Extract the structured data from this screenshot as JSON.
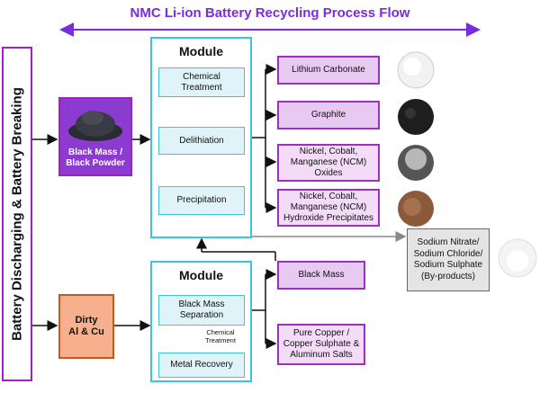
{
  "title": "NMC Li-ion Battery Recycling Process Flow",
  "side_label": "Battery Discharging & Battery Breaking",
  "inputs": {
    "black_mass": "Black Mass /\nBlack Powder",
    "dirty": "Dirty\nAl & Cu"
  },
  "module_top": {
    "title": "Module",
    "steps": [
      "Chemical\nTreatment",
      "Delithiation",
      "Precipitation"
    ]
  },
  "module_bottom": {
    "title": "Module",
    "steps": [
      "Black Mass\nSeparation",
      "Metal Recovery"
    ],
    "note": "Chemical\nTreatment"
  },
  "outputs_top": [
    "Lithium Carbonate",
    "Graphite",
    "Nickel, Cobalt,\nManganese (NCM)\nOxides",
    "Nickel, Cobalt,\nManganese (NCM)\nHydroxide Precipitates"
  ],
  "outputs_bottom": [
    "Black Mass",
    "Pure Copper /\nCopper Sulphate &\nAluminum Salts"
  ],
  "byproducts": "Sodium Nitrate/\nSodium Chloride/\nSodium Sulphate\n(By-products)",
  "colors": {
    "title": "#7a2be2",
    "border_purple": "#a020c0",
    "module_border": "#3cc3e0",
    "step_fill": "#dff3f9",
    "output_purple": "#e7c9f2",
    "dirty_fill": "#f6b08d",
    "byproduct_fill": "#e4e4e4"
  }
}
